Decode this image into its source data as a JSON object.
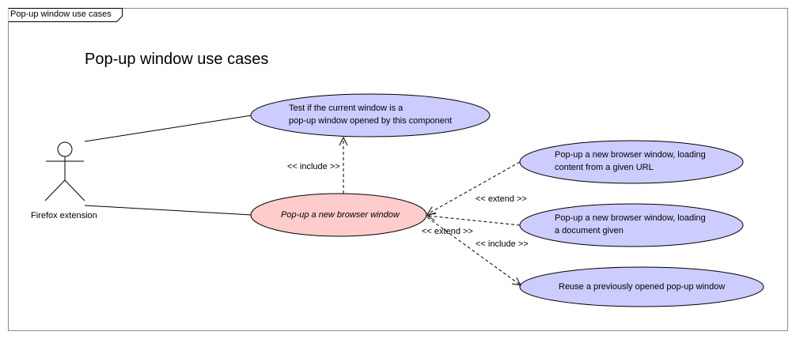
{
  "frame": {
    "tab_label": "Pop-up window use cases"
  },
  "diagram": {
    "title": "Pop-up window use cases"
  },
  "actor": {
    "label": "Firefox extension"
  },
  "use_cases": {
    "test_current_window": {
      "line1": "Test if the current window is a",
      "line2": "pop-up window opened by this component"
    },
    "popup_new_window": {
      "line1": "Pop-up a new browser window"
    },
    "popup_from_url": {
      "line1": "Pop-up a new browser window, loading",
      "line2": "content from a given URL"
    },
    "popup_document": {
      "line1": "Pop-up a new browser window, loading",
      "line2": "a document given"
    },
    "reuse_window": {
      "line1": "Reuse a previously opened pop-up window"
    }
  },
  "relations": {
    "include_test": "<< include >>",
    "extend_url": "<< extend >>",
    "extend_document": "<< extend >>",
    "include_reuse": "<< include >>"
  },
  "colors": {
    "main_use_case_fill": "#ffcccc",
    "use_case_fill": "#ccccff",
    "outline": "#000000"
  }
}
